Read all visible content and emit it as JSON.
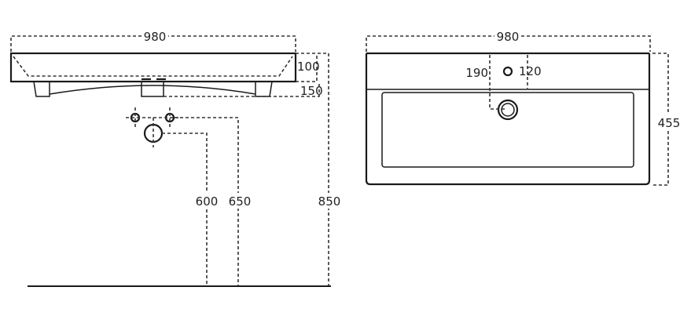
{
  "side_view": {
    "width_label": "980",
    "basin_depth_label": "100",
    "overall_depth_label": "150",
    "waste_height_label": "600",
    "tap_height_label": "650",
    "top_height_label": "850"
  },
  "top_view": {
    "width_label": "980",
    "left_offset_label": "190",
    "right_offset_label": "120",
    "depth_label": "455"
  }
}
